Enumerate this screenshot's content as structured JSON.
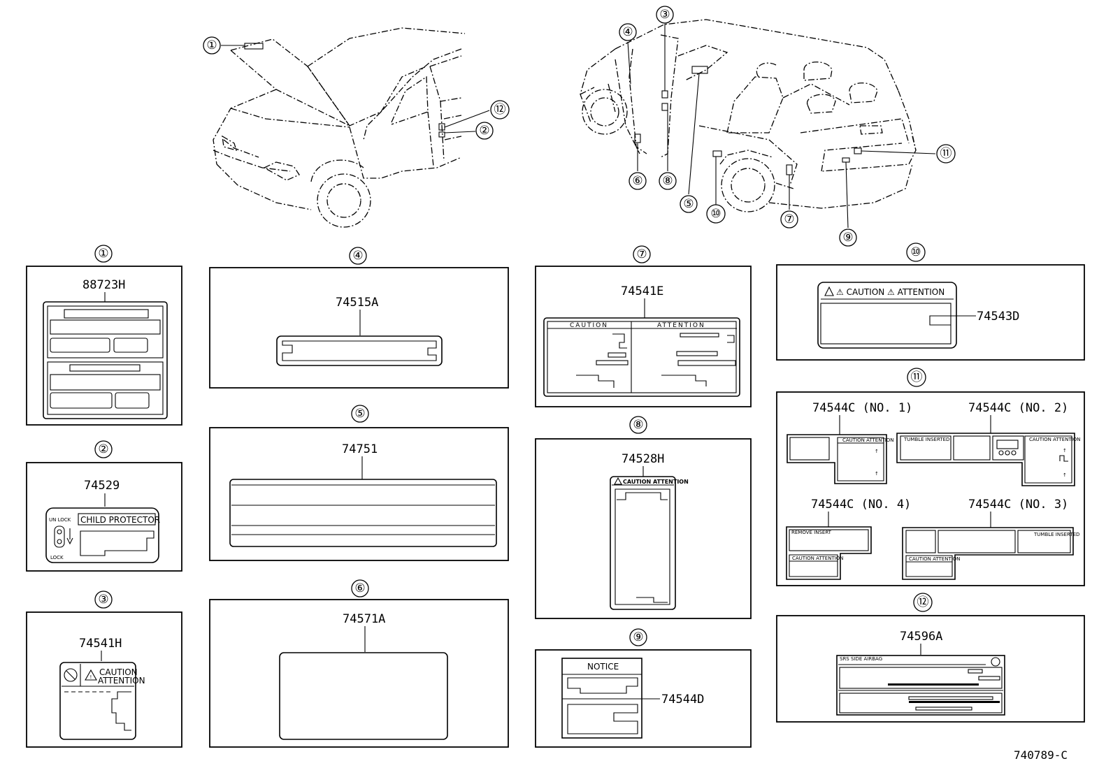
{
  "drawing_number": "740789-C",
  "callouts": [
    "①",
    "②",
    "③",
    "④",
    "⑤",
    "⑥",
    "⑦",
    "⑧",
    "⑨",
    "⑩",
    "⑪",
    "⑫"
  ],
  "parts": {
    "p1": "88723H",
    "p2": "74529",
    "p3": "74541H",
    "p4": "74515A",
    "p5": "74751",
    "p6": "74571A",
    "p7": "74541E",
    "p8": "74528H",
    "p9": "74544D",
    "p10": "74543D",
    "p11_no1": "74544C (NO. 1)",
    "p11_no2": "74544C (NO. 2)",
    "p11_no3": "74544C (NO. 3)",
    "p11_no4": "74544C (NO. 4)",
    "p12": "74596A"
  },
  "label_text": {
    "child_protector": "CHILD PROTECTOR",
    "unlock": "UN LOCK",
    "lock": "LOCK",
    "caution": "CAUTION",
    "attention": "ATTENTION",
    "caution_attention": "CAUTION ATTENTION",
    "caution_attention_10": "⚠ CAUTION ⚠ ATTENTION",
    "notice": "NOTICE",
    "tumble": "TUMBLE INSERTED",
    "remove": "REMOVE INSERT",
    "srs_side_airbag": "SRS SIDE AIRBAG"
  },
  "icons": {
    "callout": "numbered-circle-icon",
    "warning": "warning-triangle-icon",
    "no_symbol": "prohibition-icon",
    "lock": "lock-slider-icon",
    "seat": "seat-icon"
  }
}
